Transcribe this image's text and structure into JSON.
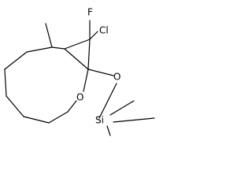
{
  "molecule": {
    "atoms": {
      "fluorine": "F",
      "chlorine": "Cl",
      "ether_oxygen": "O",
      "ring_oxygen": "O",
      "silicon": "Si"
    },
    "colors": {
      "bond": "#000000",
      "label": "#000000",
      "background": "#ffffff"
    }
  }
}
